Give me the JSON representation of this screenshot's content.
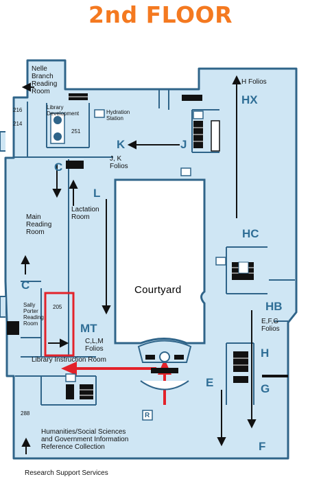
{
  "title": "2nd FLOOR",
  "colors": {
    "title": "#f47920",
    "wall": "#2f6489",
    "floor": "#cfe6f4",
    "zone_text": "#2f6e96",
    "highlight": "#e3222a",
    "courtyard": "#ffffff"
  },
  "rooms": {
    "nelle": "Nelle\nBranch\nReading\nRoom",
    "library_development": "Library\nDevelopment",
    "r216": "216",
    "r214": "214",
    "r251": "251",
    "hydration": "Hydration\nStation",
    "main_reading": "Main\nReading\nRoom",
    "lactation": "Lactation\nRoom",
    "sally_porter": "Sally\nPorter\nReading\nRoom",
    "r205": "205",
    "library_instruction": "Library Instruction Room",
    "r288": "288",
    "humanities": "Humanities/Social Sciences\nand Government Information\nReference Collection",
    "research_support": "Research Support Services",
    "courtyard": "Courtyard"
  },
  "zones": {
    "C_top": "C",
    "C_bottom": "C",
    "L": "L",
    "K": "K",
    "J": "J",
    "HX": "HX",
    "HC": "HC",
    "HB": "HB",
    "H": "H",
    "G": "G",
    "F": "F",
    "E": "E",
    "MT": "MT"
  },
  "collections": {
    "h_folios": "H Folios",
    "jk_folios": "J, K\nFolios",
    "clm_folios": "C,L,M\nFolios",
    "efg_folios": "E,F,G\nFolios"
  },
  "icons": [
    "elevator-icon",
    "restroom-icon",
    "hydration-icon",
    "lock-icon",
    "stairs-icon",
    "reserve-icon"
  ],
  "reserve_label": "R"
}
